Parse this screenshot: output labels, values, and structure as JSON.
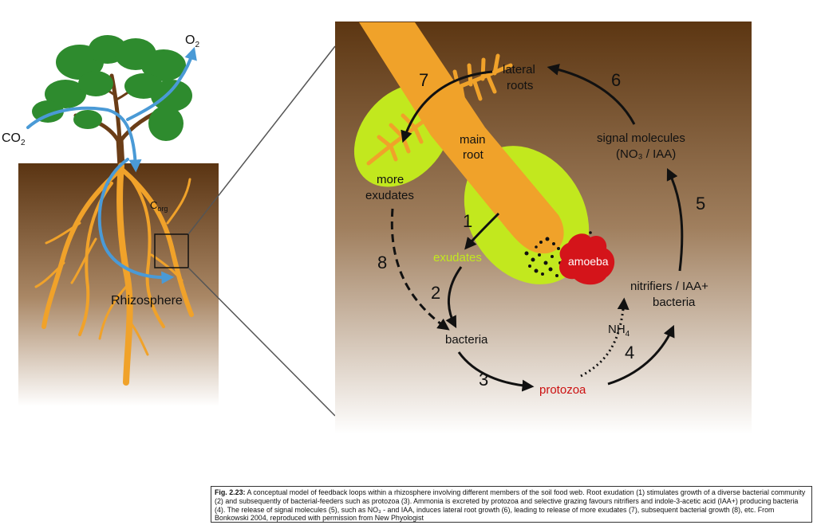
{
  "left_panel": {
    "co2_label": "CO",
    "co2_sub": "2",
    "o2_label": "O",
    "o2_sub": "2",
    "corg_label": "C",
    "corg_sub": "org",
    "rhizosphere_label": "Rhizosphere"
  },
  "right_panel": {
    "main_root": [
      "main",
      "root"
    ],
    "lateral_roots": [
      "lateral",
      "roots"
    ],
    "more_exudates": [
      "more",
      "exudates"
    ],
    "exudates": "exudates",
    "amoeba": "amoeba",
    "bacteria": "bacteria",
    "protozoa": "protozoa",
    "nh4": "NH",
    "nh4_sub": "4",
    "nitrifiers": [
      "nitrifiers / IAA+",
      "bacteria"
    ],
    "signal_molecules": [
      "signal molecules",
      "(NO₃ / IAA)"
    ],
    "steps": [
      "1",
      "2",
      "3",
      "4",
      "5",
      "6",
      "7",
      "8"
    ]
  },
  "caption": {
    "figure_label": "Fig. 2.23:",
    "text": " A conceptual model of feedback loops within a rhizosphere involving different members of the soil food web. Root exudation (1) stimulates growth of a diverse bacterial community (2) and subsequently of bacterial-feeders such as protozoa (3). Ammonia is excreted by protozoa and selective grazing favours nitrifiers and indole-3-acetic acid (IAA+) producing bacteria (4). The release of signal molecules (5), such as NO₃ - and IAA, induces lateral root growth (6), leading to release of more exudates (7), subsequent bacterial growth (8), etc. From Bonkowski 2004, reproduced with permission from New Phyologist"
  },
  "colors": {
    "soil_top": "#5a3412",
    "soil_bottom": "#ffffff",
    "root": "#f0a22a",
    "leaf": "#2e8b2e",
    "blue_arrow": "#4a9ad6",
    "lime": "#c2e81e",
    "amoeba": "#d4141a",
    "protozoa_text": "#cc1111",
    "exudates_text": "#c2e81e"
  }
}
